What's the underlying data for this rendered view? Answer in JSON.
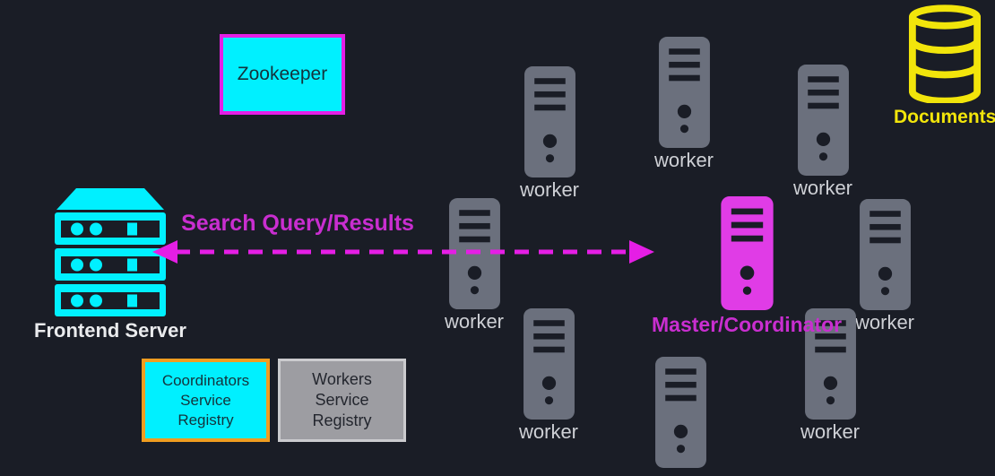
{
  "colors": {
    "bg": "#1a1d26",
    "cyan": "#00f0ff",
    "magenta": "#e51ee5",
    "magenta-fill": "#e03ce6",
    "magenta-text": "#c92ed0",
    "yellow": "#f2e50b",
    "node-gray": "#6b707d",
    "label-gray": "#ced0d5",
    "label-white": "#eaebed",
    "orange": "#f09d20",
    "graybox-fill": "#9d9da2",
    "graybox-border": "#cbcbce",
    "dark-text": "#14333c"
  },
  "zookeeper": {
    "label": "Zookeeper"
  },
  "documents": {
    "label": "Documents"
  },
  "frontend": {
    "label": "Frontend Server"
  },
  "connection": {
    "label": "Search Query/Results"
  },
  "master": {
    "label": "Master/Coordinator"
  },
  "workers": [
    {
      "label": "worker"
    },
    {
      "label": "worker"
    },
    {
      "label": "worker"
    },
    {
      "label": "worker"
    },
    {
      "label": "worker"
    },
    {
      "label": "worker"
    },
    {
      "label": ""
    },
    {
      "label": "worker"
    }
  ],
  "registries": {
    "coordinators": {
      "lines": [
        "Coordinators",
        "Service",
        "Registry"
      ]
    },
    "workers": {
      "lines": [
        "Workers",
        "Service",
        "Registry"
      ]
    }
  }
}
